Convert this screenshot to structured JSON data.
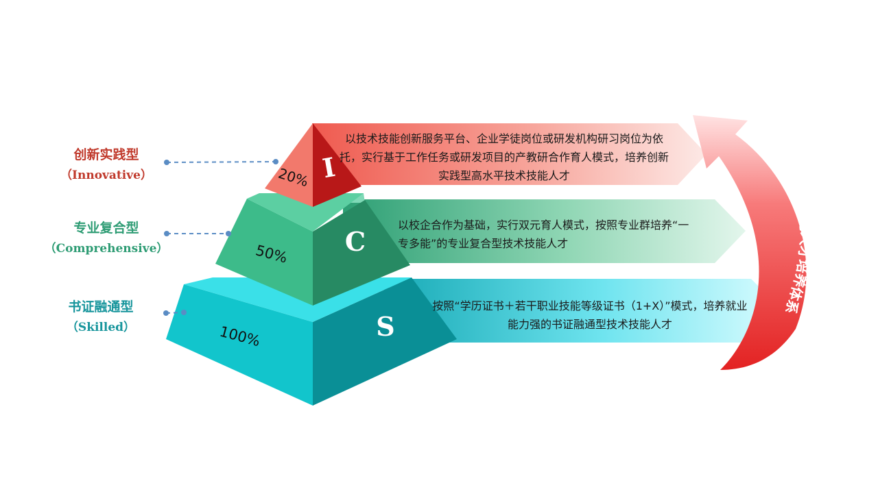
{
  "colors": {
    "innovative": "#c0392b",
    "comprehensive": "#2e9c74",
    "skilled": "#17959c",
    "cycle": "#e8302f",
    "connector": "#5a8cc4"
  },
  "tiers": [
    {
      "label_cn": "创新实践型",
      "label_en": "（Innovative）",
      "letter": "I",
      "percent": "20%",
      "description": "以技术技能创新服务平台、企业学徒岗位或研发机构研习岗位为依托，实行基于工作任务或研发项目的产教研合作育人模式，培养创新实践型高水平技术技能人才"
    },
    {
      "label_cn": "专业复合型",
      "label_en": "（Comprehensive）",
      "letter": "C",
      "percent": "50%",
      "description": "以校企合作为基础，实行双元育人模式，按照专业群培养“一专多能”的专业复合型技术技能人才"
    },
    {
      "label_cn": "书证融通型",
      "label_en": "（Skilled）",
      "letter": "S",
      "percent": "100%",
      "description": "按照“学历证书＋若干职业技能等级证书（1+X）”模式，培养就业能力强的书证融通型技术技能人才"
    }
  ],
  "cycle_label": "SCI系统化人才培养体系"
}
